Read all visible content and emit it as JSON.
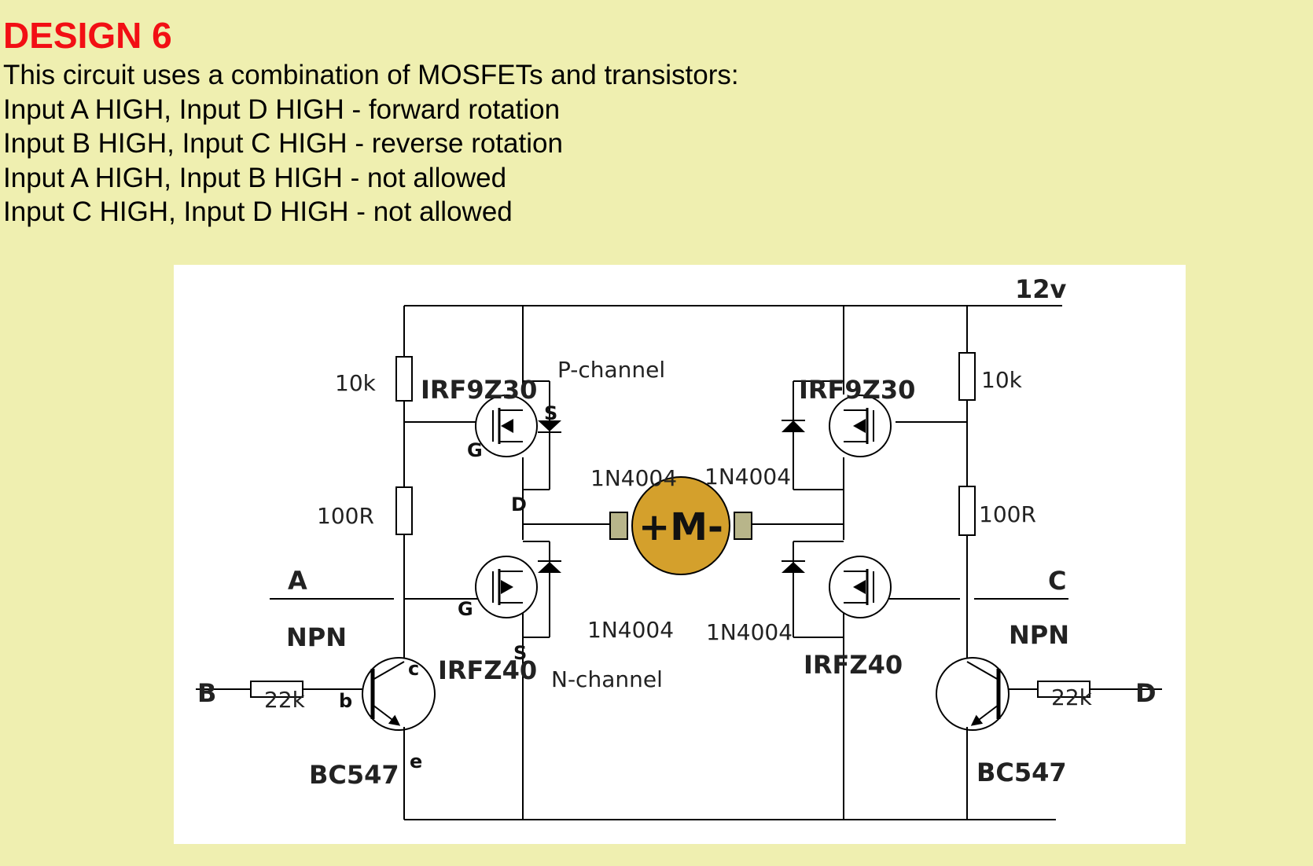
{
  "heading": "DESIGN 6",
  "intro": "This circuit uses a combination of MOSFETs and transistors:",
  "rules": [
    "Input A HIGH, Input D HIGH - forward rotation",
    "Input B HIGH, Input C HIGH - reverse rotation",
    "Input A HIGH, Input B HIGH - not allowed",
    "Input C HIGH, Input D HIGH - not allowed"
  ],
  "colors": {
    "background": "#EFEFB0",
    "heading": "#F20F14",
    "motor": "#D4A02C",
    "motor_terminal": "#B8B58A"
  },
  "diagram": {
    "supply": "12v",
    "inputs": {
      "a": "A",
      "b": "B",
      "c": "C",
      "d": "D"
    },
    "resistors": {
      "left_pullup": "10k",
      "right_pullup": "10k",
      "left_series": "100R",
      "right_series": "100R",
      "left_base": "22k",
      "right_base": "22k"
    },
    "mosfets": {
      "p_left": "IRF9Z30",
      "p_right": "IRF9Z30",
      "n_left": "IRFZ40",
      "n_right": "IRFZ40",
      "p_type": "P-channel",
      "n_type": "N-channel"
    },
    "pins": {
      "p_gate": "G",
      "p_source": "S",
      "p_drain": "D",
      "n_gate": "G",
      "n_source": "S",
      "bjt_collector": "c",
      "bjt_base": "b",
      "bjt_emitter": "e"
    },
    "diodes": {
      "left_top": "1N4004",
      "right_top": "1N4004",
      "left_bottom": "1N4004",
      "right_bottom": "1N4004"
    },
    "transistors": {
      "left_type": "NPN",
      "right_type": "NPN",
      "left_model": "BC547",
      "right_model": "BC547"
    },
    "motor": {
      "label": "+M-"
    }
  }
}
